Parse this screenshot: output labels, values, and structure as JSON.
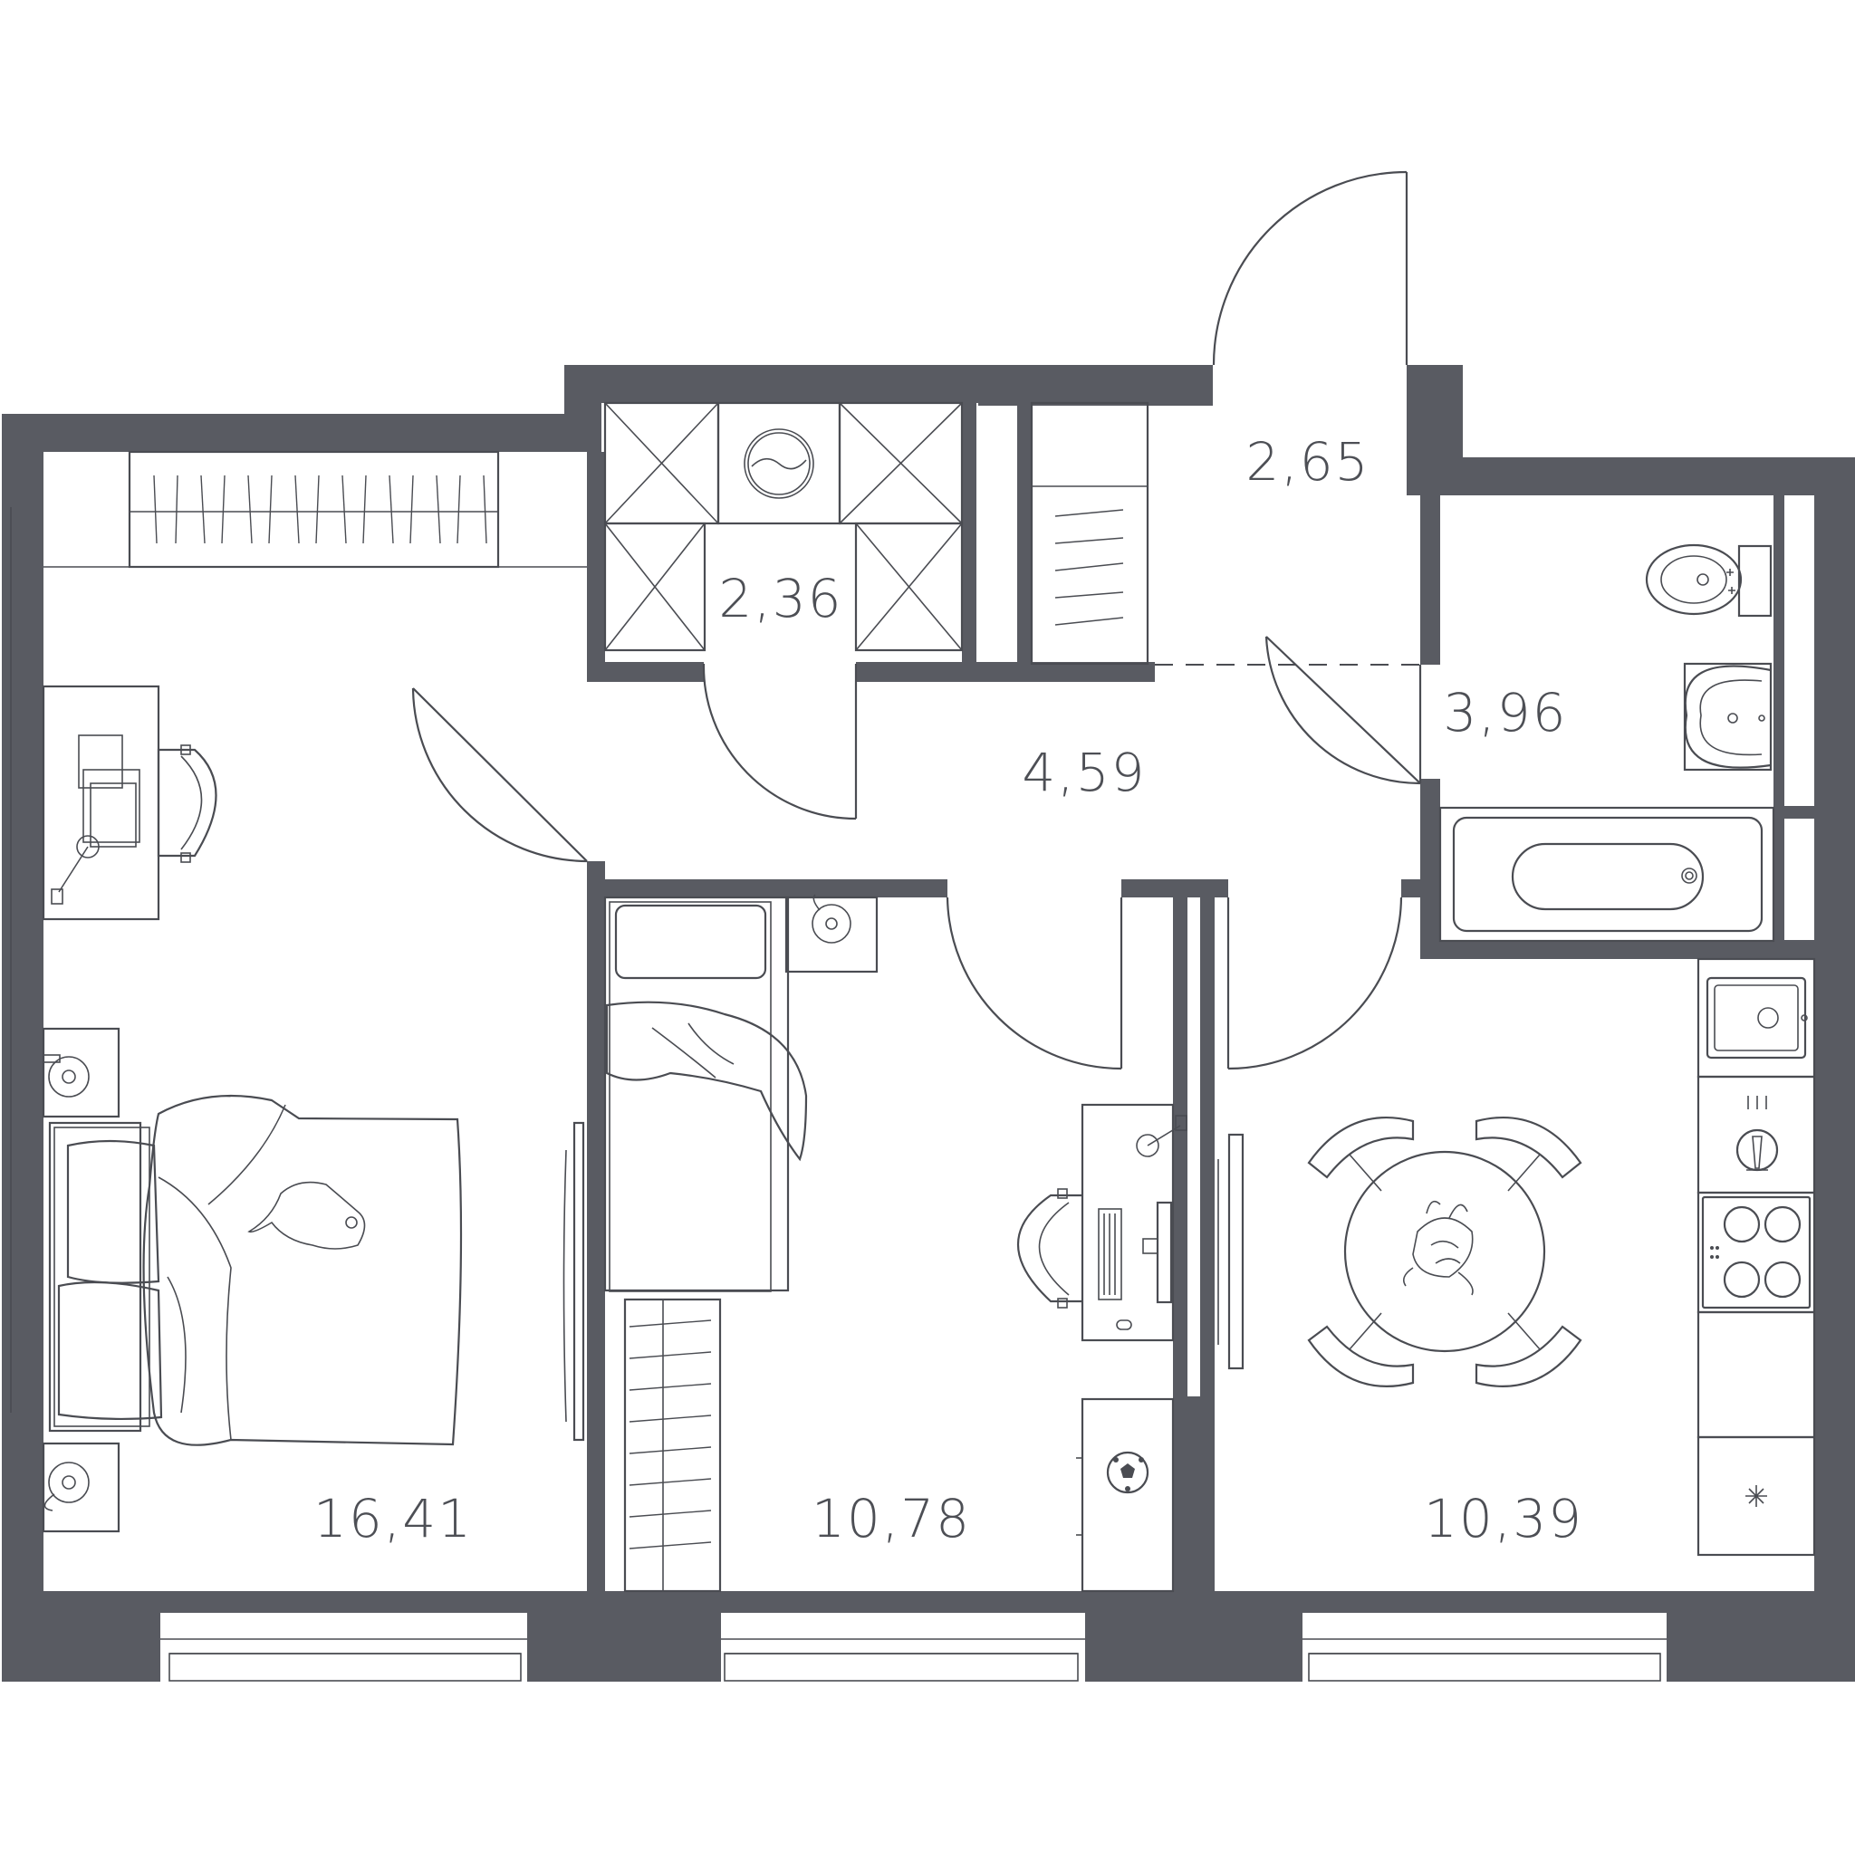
{
  "colors": {
    "wall": "#595b62",
    "line": "#4a4c52",
    "label": "#4d4f55",
    "background": "#ffffff"
  },
  "rooms": {
    "bedroom_large": {
      "area": "16,41"
    },
    "bedroom_small": {
      "area": "10,78"
    },
    "kitchen": {
      "area": "10,39"
    },
    "hallway": {
      "area": "4,59"
    },
    "storage": {
      "area": "2,36"
    },
    "entrance": {
      "area": "2,65"
    },
    "bathroom": {
      "area": "3,96"
    }
  },
  "icons": [
    "wardrobe-icon",
    "desk-icon",
    "chair-icon",
    "double-bed-icon",
    "cat-icon",
    "nightstand-icon",
    "lamp-icon",
    "single-bed-icon",
    "computer-icon",
    "soccer-ball-icon",
    "dining-table-icon",
    "stove-icon",
    "sink-icon",
    "toilet-icon",
    "washbasin-icon",
    "bathtub-icon",
    "washing-machine-icon",
    "radiator-icon",
    "tv-icon"
  ]
}
